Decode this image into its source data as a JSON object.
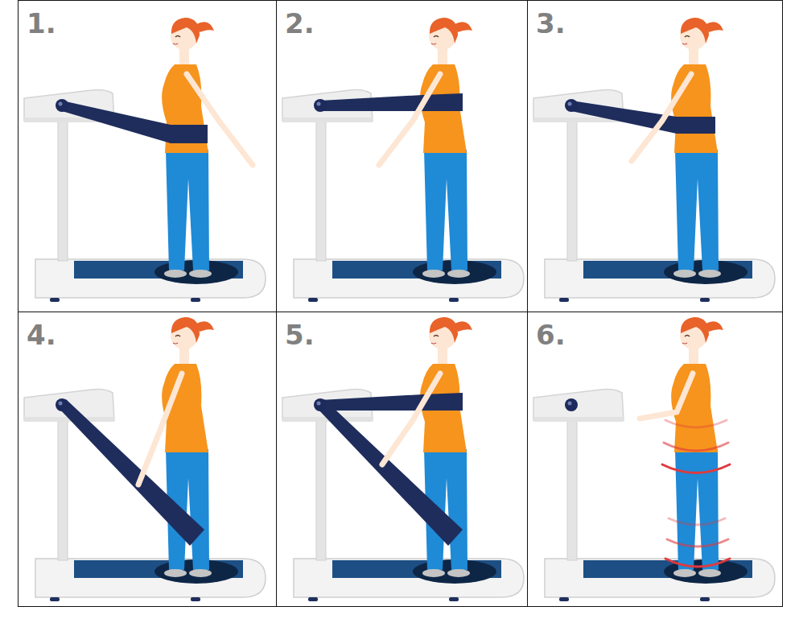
{
  "diagram": {
    "nodes": [
      {
        "text": [
          "1."
        ]
      },
      {
        "text": [
          "2."
        ]
      },
      {
        "text": [
          "3."
        ]
      },
      {
        "text": [
          "4."
        ]
      },
      {
        "text": [
          "5."
        ]
      },
      {
        "text": [
          "6."
        ]
      }
    ]
  }
}
